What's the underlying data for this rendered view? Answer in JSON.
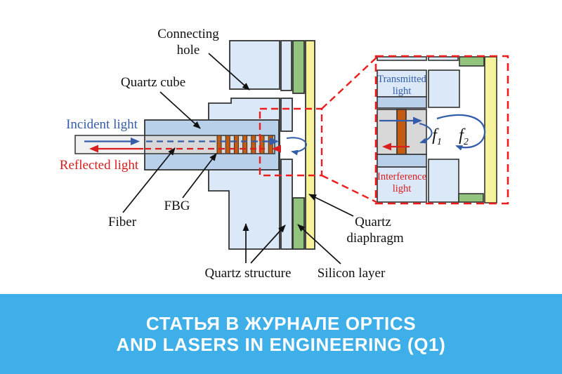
{
  "banner": {
    "line1": "СТАТЬЯ В ЖУРНАЛЕ OPTICS",
    "line2": "AND LASERS IN ENGINEERING (Q1)",
    "bg": "#3fafe9",
    "text_color": "#ffffff"
  },
  "diagram": {
    "labels": {
      "connecting_hole_1": "Connecting",
      "connecting_hole_2": "hole",
      "quartz_cube": "Quartz cube",
      "incident_light": "Incident light",
      "reflected_light": "Reflected light",
      "fiber": "Fiber",
      "fbg": "FBG",
      "quartz_structure": "Quartz structure",
      "silicon_layer": "Silicon layer",
      "quartz_diaphragm_1": "Quartz",
      "quartz_diaphragm_2": "diaphragm"
    },
    "inset": {
      "transmitted_1": "Transmitted",
      "transmitted_2": "light",
      "interference_1": "Interference",
      "interference_2": "light",
      "f1_base": "f",
      "f1_sub": "1",
      "f2_base": "f",
      "f2_sub": "2"
    },
    "colors": {
      "structure_fill": "#dbe8f7",
      "cube_fill": "#b9d0ea",
      "fiber_fill": "#d8d8d8",
      "fiber_outer_fill": "#f1f1f1",
      "fbg_stripe": "#c55a11",
      "silicon_green": "#93c47d",
      "diaphragm_yellow": "#f6f39c",
      "incident_blue": "#335da8",
      "reflected_red": "#d81e1e",
      "dashed_red": "#ee1c1c",
      "outline": "#333333",
      "label_black": "#111111"
    }
  }
}
